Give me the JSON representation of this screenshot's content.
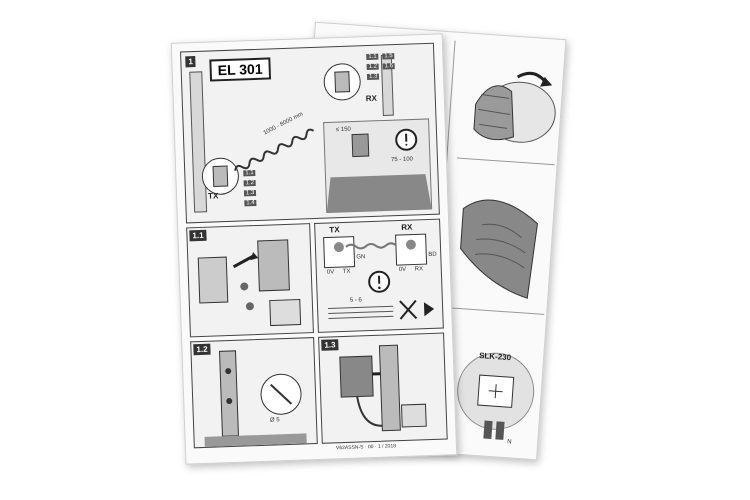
{
  "front": {
    "step_number": "1",
    "title": "EL 301",
    "distance": "1000 - 8000 mm",
    "tx_label": "TX",
    "rx_label": "RX",
    "rx_refs": [
      "1.1",
      "1.5",
      "1.2",
      "1.6",
      "1.3"
    ],
    "tx_refs": [
      "1.1",
      "1.2",
      "1.3",
      "1.4"
    ],
    "dim_top": "≤ 150",
    "dim_side": "75 - 100",
    "panels": {
      "p11": "1.1",
      "p12": "1.2",
      "p13": "1.3"
    },
    "wiring": {
      "tx": "TX",
      "rx": "RX",
      "gn": "GN",
      "bd": "BD",
      "terminal_a": "0V",
      "terminal_b": "TX",
      "terminal_c": "0V",
      "terminal_d": "RX",
      "range": "5 - 6"
    },
    "drill": "Ø 5",
    "footer_code": "V62ASSN-S · 00 · 1 / 2018"
  },
  "back": {
    "model": "SLK-230",
    "pin_label": "N"
  }
}
